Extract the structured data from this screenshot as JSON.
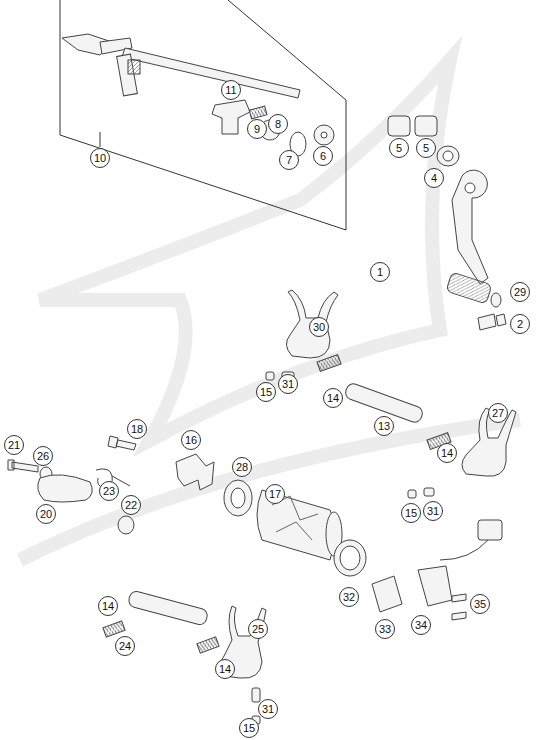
{
  "diagram": {
    "labels": [
      "11",
      "10",
      "9",
      "8",
      "7",
      "6",
      "5",
      "5",
      "4",
      "29",
      "1",
      "2",
      "30",
      "15",
      "31",
      "14",
      "13",
      "27",
      "14",
      "15",
      "31",
      "18",
      "16",
      "28",
      "17",
      "21",
      "26",
      "23",
      "22",
      "20",
      "32",
      "33",
      "34",
      "35",
      "14",
      "24",
      "14",
      "25",
      "31",
      "15"
    ]
  }
}
